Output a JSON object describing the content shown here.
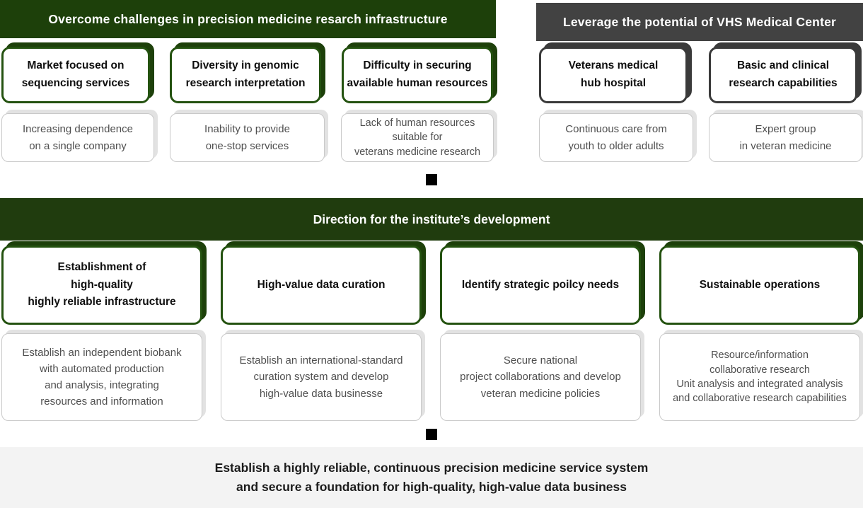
{
  "palette": {
    "green_header_bg": "#1d400a",
    "green_box_border": "#245210",
    "mid_band_bg": "#203c0e",
    "gray_header_bg": "#424242",
    "dark_box_border": "#3a3a3a",
    "sub_box_border": "#c9c9c9",
    "sub_text": "#4f4f4f",
    "bottom_band_bg": "#f3f3f3",
    "connector": "#000000"
  },
  "top_left": {
    "header": "Overcome challenges in precision medicine resarch infrastructure",
    "items": [
      {
        "title": "Market focused on\nsequencing services",
        "desc": "Increasing dependence\non a single company"
      },
      {
        "title": "Diversity in genomic\nresearch interpretation",
        "desc": "Inability to provide\none-stop services"
      },
      {
        "title": "Difficulty in securing\navailable human resources",
        "desc": "Lack of human resources\nsuitable for\nveterans medicine research"
      }
    ]
  },
  "top_right": {
    "header": "Leverage the potential of VHS Medical Center",
    "items": [
      {
        "title": "Veterans medical\nhub hospital",
        "desc": "Continuous care from\nyouth to older adults"
      },
      {
        "title": "Basic and clinical\nresearch capabilities",
        "desc": "Expert group\nin veteran medicine"
      }
    ]
  },
  "middle": {
    "header": "Direction for the institute’s development",
    "items": [
      {
        "title": "Establishment of\nhigh-quality\nhighly reliable infrastructure",
        "desc": "Establish an independent biobank\nwith automated production\nand analysis, integrating\nresources and information"
      },
      {
        "title": "High-value data curation",
        "desc": "Establish an international-standard\ncuration system and develop\nhigh-value data businesse"
      },
      {
        "title": "Identify strategic poilcy needs",
        "desc": "Secure national\nproject collaborations and develop\nveteran medicine policies"
      },
      {
        "title": "Sustainable operations",
        "desc": "Resource/information\ncollaborative research\nUnit analysis and integrated analysis\nand collaborative research capabilities"
      }
    ]
  },
  "bottom": {
    "text": "Establish a highly reliable, continuous precision medicine service system\nand secure a foundation for high-quality, high-value data business"
  }
}
